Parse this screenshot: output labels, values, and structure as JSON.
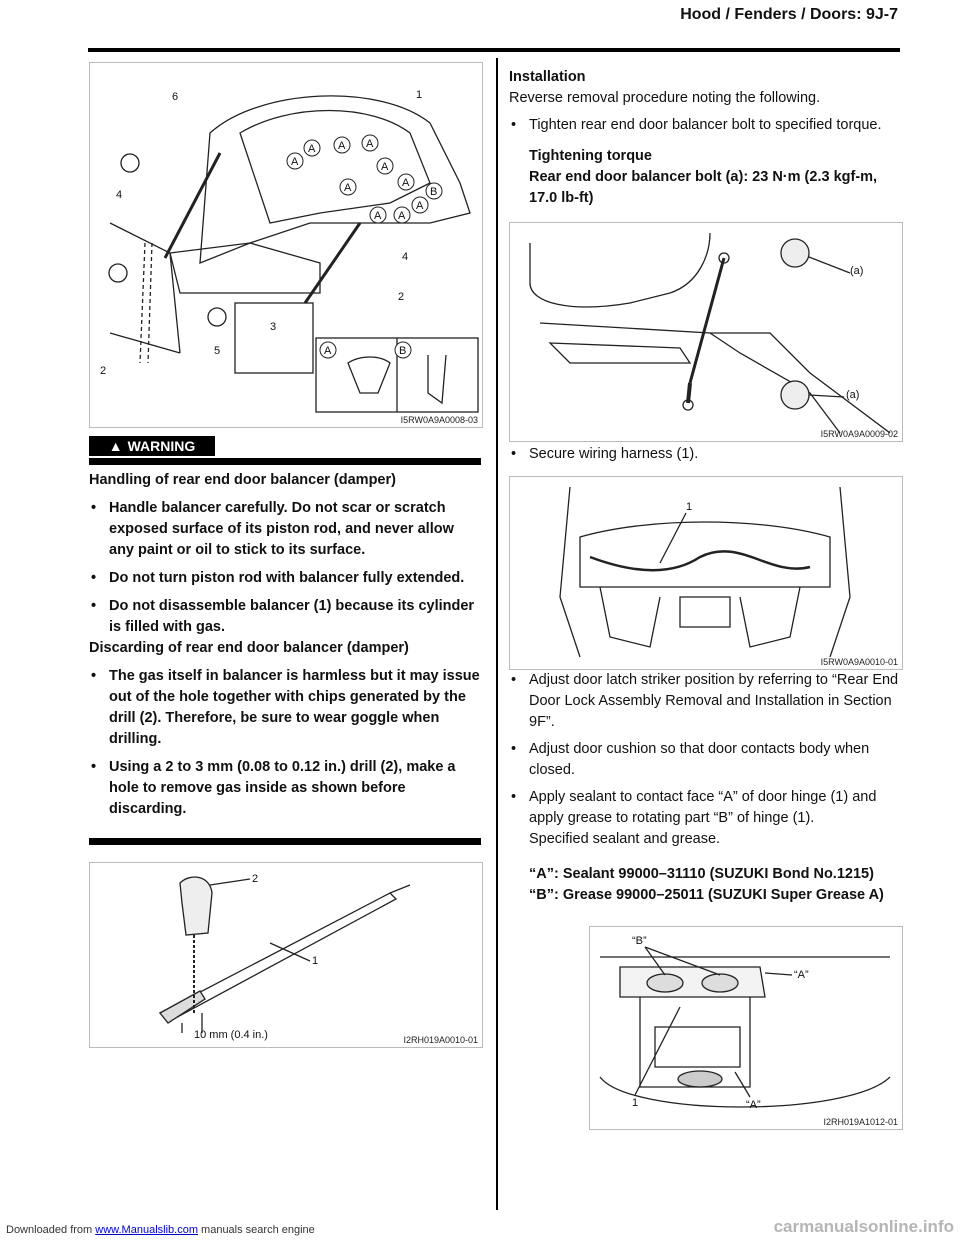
{
  "header": {
    "title": "Hood / Fenders / Doors:    9J-7"
  },
  "figures": {
    "fig1": {
      "code": "I5RW0A9A0008-03",
      "labels": [
        "1",
        "2",
        "2",
        "3",
        "4",
        "4",
        "5",
        "6",
        "A",
        "B"
      ]
    },
    "fig2": {
      "code": "I2RH019A0010-01",
      "labels": [
        "2",
        "1"
      ],
      "dim": "10 mm (0.4 in.)"
    },
    "fig3": {
      "code": "I5RW0A9A0009-02",
      "labels": [
        "(a)",
        "(a)"
      ]
    },
    "fig4": {
      "code": "I5RW0A9A0010-01",
      "labels": [
        "1"
      ]
    },
    "fig5": {
      "code": "I2RH019A1012-01",
      "labels": [
        "“B”",
        "“A”",
        "“A”",
        "1"
      ]
    }
  },
  "warning": {
    "badge": "WARNING",
    "title": "Handling of rear end door balancer (damper)",
    "bullets1": [
      "Handle balancer carefully. Do not scar or scratch exposed surface of its piston rod, and never allow any paint or oil to stick to its surface.",
      "Do not turn piston rod with balancer fully extended.",
      "Do not disassemble balancer (1) because its cylinder is filled with gas."
    ],
    "title2": "Discarding of rear end door balancer (damper)",
    "bullets2": [
      "The gas itself in balancer is harmless but it may issue out of the hole together with chips generated by the drill (2). Therefore, be sure to wear goggle when drilling.",
      "Using a 2 to 3 mm (0.08 to 0.12 in.) drill (2), make a hole to remove gas inside as shown before discarding."
    ]
  },
  "install": {
    "title": "Installation",
    "intro": "Reverse removal procedure noting the following.",
    "b1": "Tighten rear end door balancer bolt to specified torque.",
    "torque_head": "Tightening torque",
    "torque_val": "Rear end door balancer bolt (a):  23 N·m (2.3 kgf-m, 17.0 lb-ft)",
    "b2": "Secure wiring harness (1).",
    "b3": "Adjust door latch striker position by referring to “Rear End Door Lock Assembly Removal and Installation in Section 9F”.",
    "b4": "Adjust door cushion so that door contacts body when closed.",
    "b5": "Apply sealant to contact face “A” of door hinge (1) and apply grease to rotating part “B” of hinge (1).",
    "spec_head": "Specified sealant and grease.",
    "spec_a": "“A”:  Sealant 99000–31110 (SUZUKI Bond No.1215)",
    "spec_b": "“B”:  Grease 99000–25011 (SUZUKI Super Grease A)"
  },
  "footer": {
    "prefix": "Downloaded from ",
    "link": "www.Manualslib.com",
    "suffix": "  manuals search engine",
    "watermark": "carmanualsonline.info"
  }
}
